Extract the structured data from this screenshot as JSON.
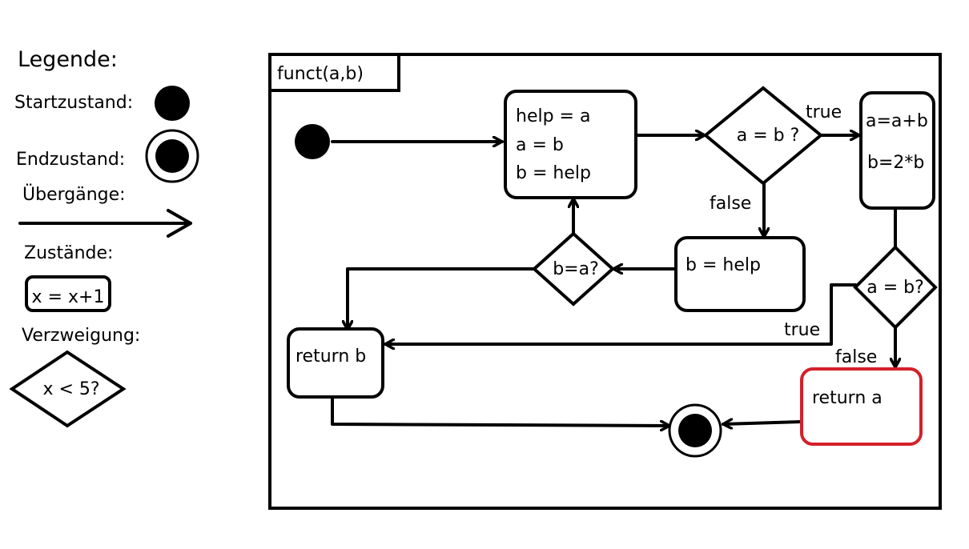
{
  "legend": {
    "title": "Legende:",
    "start_label": "Startzustand:",
    "end_label": "Endzustand:",
    "transitions_label": "Übergänge:",
    "states_label": "Zustände:",
    "state_example": "x = x+1",
    "branch_label": "Verzweigung:",
    "branch_example": "x < 5?"
  },
  "diagram": {
    "frame_title": "funct(a,b)",
    "nodes": {
      "swap": [
        "help = a",
        "a = b",
        "b = help"
      ],
      "cond1": "a = b ?",
      "update": [
        "a=a+b",
        "b=2*b"
      ],
      "bhelp": "b = help",
      "cond2": "b=a?",
      "cond3": "a = b?",
      "return_b": "return b",
      "return_a": "return a"
    },
    "edges": {
      "cond1_true": "true",
      "cond1_false": "false",
      "cond3_true": "true",
      "cond3_false": "false"
    }
  },
  "colors": {
    "highlight": "#d3202a"
  }
}
